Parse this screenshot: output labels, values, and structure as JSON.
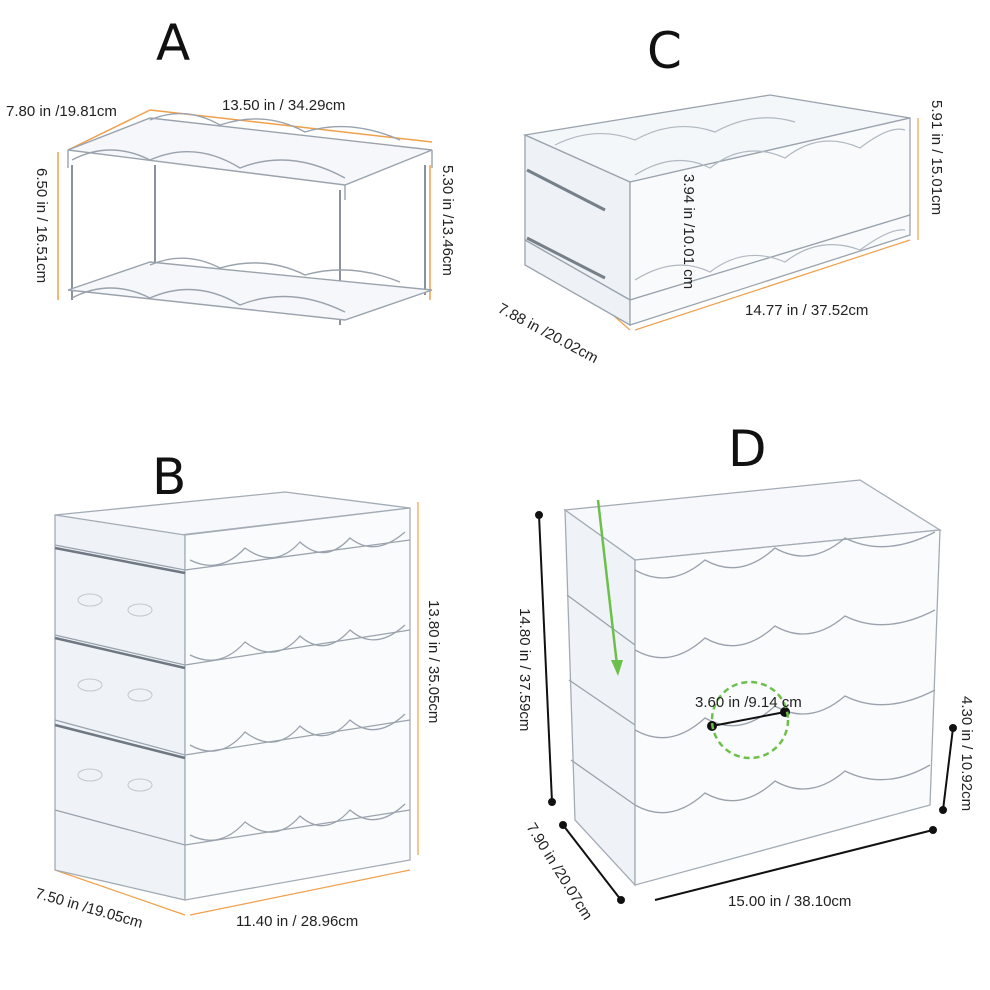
{
  "panels": {
    "a": {
      "letter": "A",
      "depth": "7.80 in /19.81cm",
      "width": "13.50 in  / 34.29cm",
      "height": "6.50 in / 16.51cm",
      "tier_gap": "5.30 in /13.46cm"
    },
    "c": {
      "letter": "C",
      "height": "5.91 in / 15.01cm",
      "tier_gap": "3.94 in /10.01 cm",
      "depth": "7.88 in /20.02cm",
      "width": "14.77 in / 37.52cm"
    },
    "b": {
      "letter": "B",
      "height": "13.80 in / 35.05cm",
      "depth": "7.50 in /19.05cm",
      "width": "11.40 in / 28.96cm"
    },
    "d": {
      "letter": "D",
      "height": "14.80 in / 37.59cm",
      "slot": "3.60 in /9.14  cm",
      "tier_gap": "4.30 in / 10.92cm",
      "depth": "7.90 in /20.07cm",
      "width": "15.00 in / 38.10cm"
    }
  },
  "colors": {
    "rack_stroke": "#9aa3ad",
    "rack_fill": "#f3f6f9",
    "accent_orange": "#f0a04b",
    "accent_green": "#6cc04a",
    "dim_line": "#111111"
  }
}
